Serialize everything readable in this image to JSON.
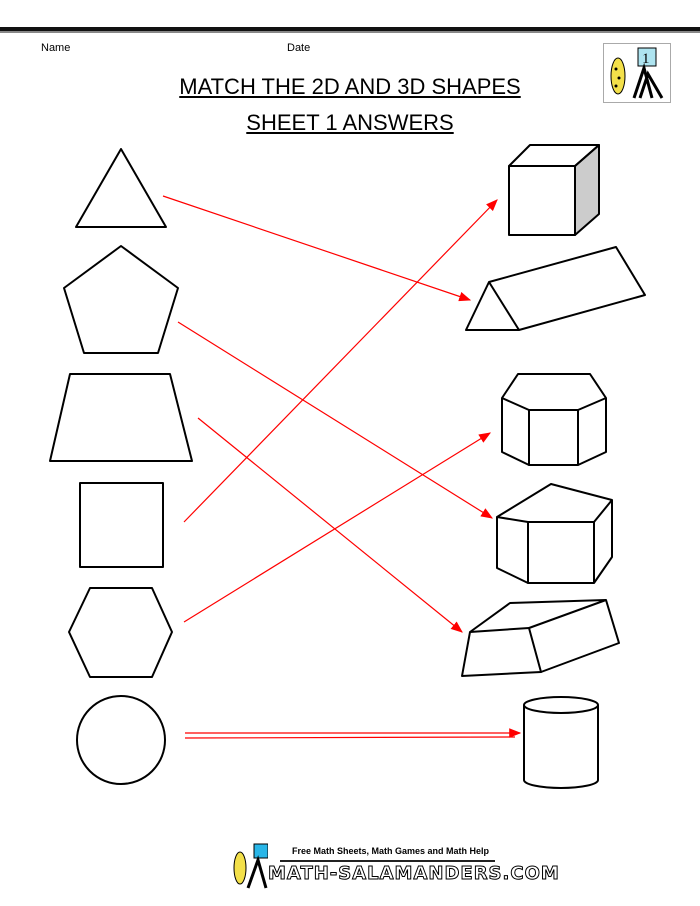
{
  "header": {
    "name_label": "Name",
    "date_label": "Date",
    "title": "MATCH THE 2D AND 3D SHAPES",
    "subtitle": "SHEET 1 ANSWERS",
    "logo_number": "1"
  },
  "shapes_2d": [
    "triangle",
    "pentagon",
    "trapezoid",
    "square",
    "hexagon",
    "circle"
  ],
  "shapes_3d": [
    "cube",
    "triangular-prism",
    "hexagonal-prism",
    "pentagonal-prism",
    "trapezoidal-prism",
    "cylinder"
  ],
  "answers": [
    {
      "from": "triangle",
      "to": "triangular-prism"
    },
    {
      "from": "pentagon",
      "to": "pentagonal-prism"
    },
    {
      "from": "trapezoid",
      "to": "trapezoidal-prism"
    },
    {
      "from": "square",
      "to": "cube"
    },
    {
      "from": "hexagon",
      "to": "hexagonal-prism"
    },
    {
      "from": "circle",
      "to": "cylinder"
    }
  ],
  "colors": {
    "arrow": "#ff0000",
    "cube_side": "#cccccc",
    "logo_board": "#aee4f0"
  },
  "footer": {
    "tagline": "Free Math Sheets, Math Games and Math Help",
    "site": "MATH-SALAMANDERS.COM"
  }
}
